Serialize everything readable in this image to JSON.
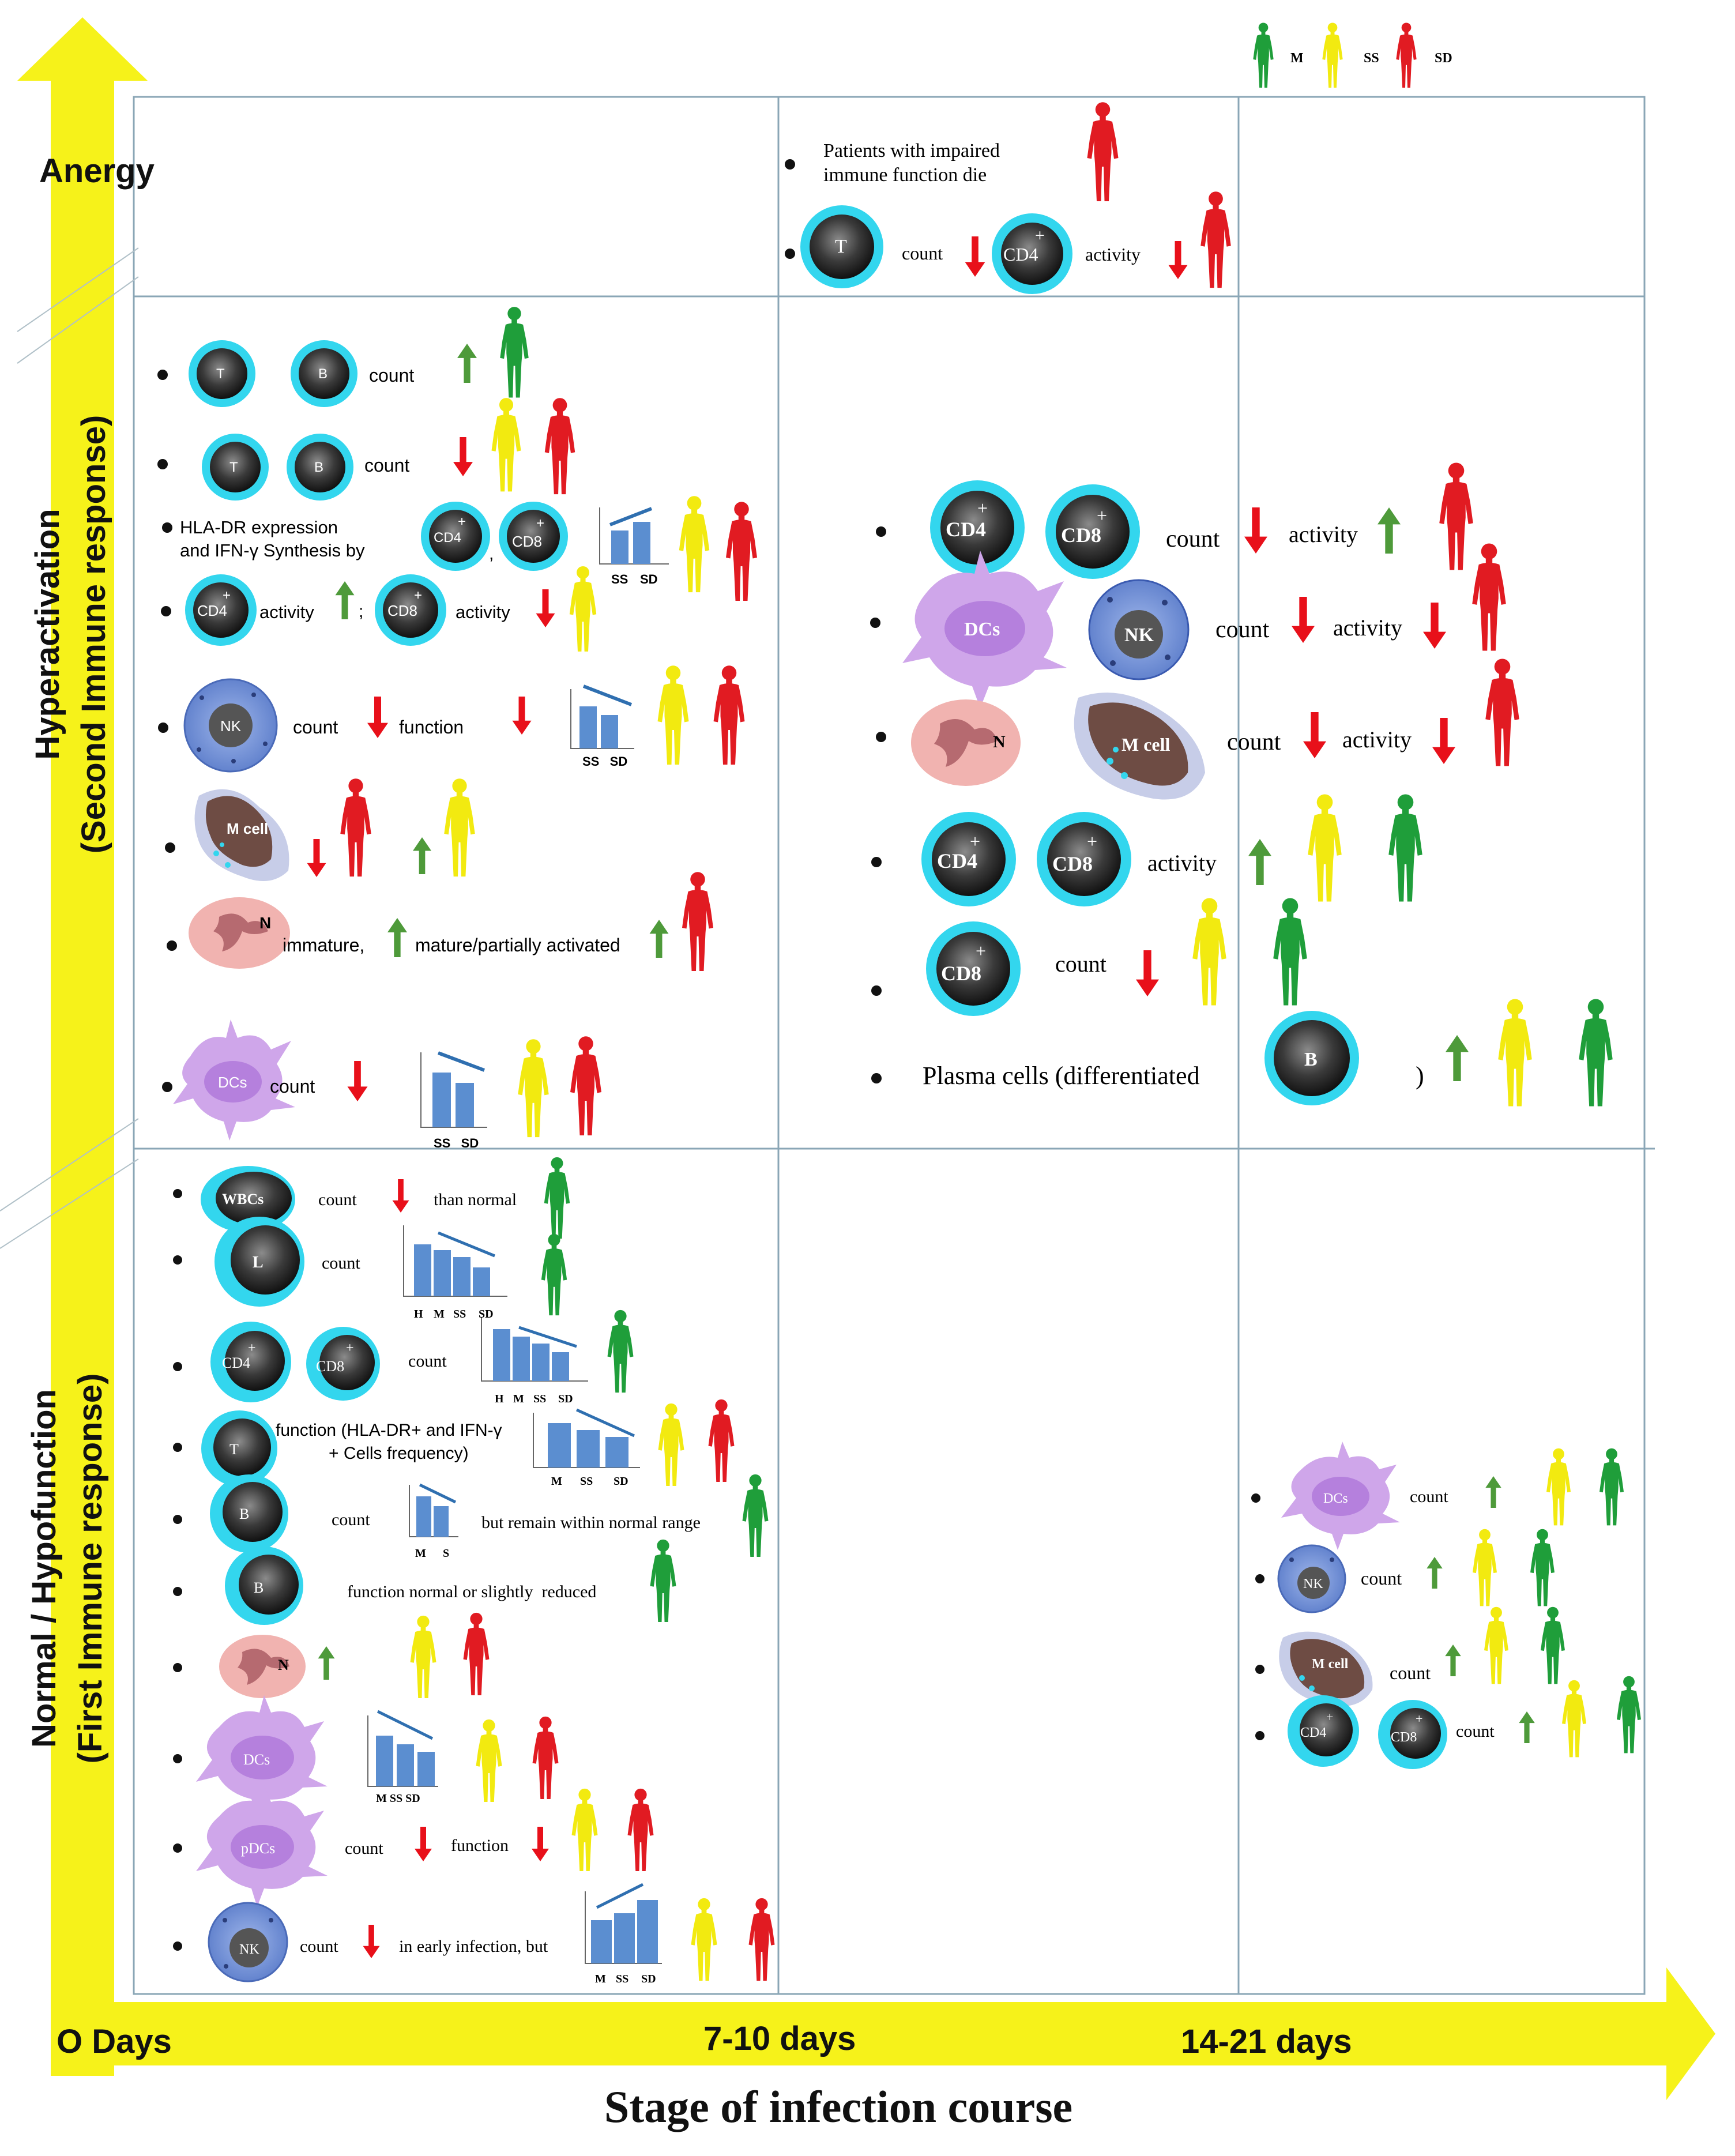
{
  "legend": {
    "m": "M",
    "ss": "SS",
    "sd": "SD"
  },
  "colors": {
    "m": "#1f9e3a",
    "ss": "#f2ea10",
    "sd": "#e11b22",
    "arrow_axis": "#f6f21a",
    "up": "#4e9a3a",
    "down": "#e8101a",
    "bar": "#5b8ed0",
    "cyan": "#33d6ee",
    "dc": "#cfa6ea",
    "nk": "#6f8fd4",
    "neut": "#f1b3b0",
    "mcell": "#6e4c44"
  },
  "axes": {
    "y_levels": {
      "anergy": "Anergy",
      "hyper": "Hyperactivation",
      "hyper_sub": "(Second Immune response)",
      "normal": "Normal / Hypofunction",
      "normal_sub": "(First Immune response)"
    },
    "x_ticks": {
      "t0": "O Days",
      "t1": "7-10 days",
      "t2": "14-21 days"
    },
    "x_title": "Stage of infection course"
  },
  "anergy": {
    "impaired": "Patients with impaired",
    "impaired2": "immune function die",
    "count": "count",
    "activity": "activity"
  },
  "cells": {
    "T": "T",
    "B": "B",
    "CD4": "CD4",
    "CD8": "CD8",
    "NK": "NK",
    "N": "N",
    "DCs": "DCs",
    "pDCs": "pDCs",
    "L": "L",
    "WBCs": "WBCs",
    "Mcell": "M cell",
    "plus": "+"
  },
  "hyper_left": {
    "count": "count",
    "hla1": "HLA-DR expression",
    "hla2": "and IFN-γ Synthesis by",
    "comma": ",",
    "semicolon": ";",
    "activity": "activity",
    "function": "function",
    "immature": "immature,",
    "mature": "mature/partially activated",
    "ss_sd": "SS   SD",
    "ss": "SS",
    "sd": "SD"
  },
  "hyper_mid": {
    "count": "count",
    "activity": "activity",
    "plasma": "Plasma cells (differentiated",
    "paren": ")"
  },
  "normal_left": {
    "count": "count",
    "than_normal": "than normal",
    "func_hla1": "function (HLA-DR+ and IFN-γ",
    "func_hla2": "+ Cells frequency)",
    "within": "but remain within normal range",
    "fn_normal": "function normal or slightly  reduced",
    "function": "function",
    "early": "in early infection, but",
    "lab_h": "H",
    "lab_m": "M",
    "lab_ss": "SS",
    "lab_sd": "SD",
    "lab_s": "S",
    "lab_mssd": "M SS SD"
  },
  "normal_right": {
    "count": "count"
  }
}
